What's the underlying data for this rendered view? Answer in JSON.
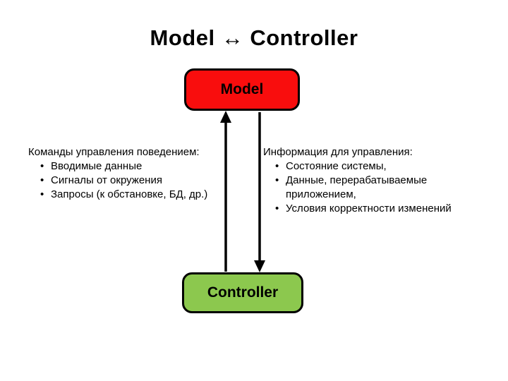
{
  "title": "Model ↔ Controller",
  "diagram": {
    "model_box": {
      "label": "Model",
      "fill": "#f90d0d"
    },
    "controller_box": {
      "label": "Controller",
      "fill": "#8cc84e"
    },
    "arrows": [
      {
        "name": "controller-to-model-arrow",
        "direction": "up"
      },
      {
        "name": "model-to-controller-arrow",
        "direction": "down"
      }
    ]
  },
  "left_block": {
    "heading": "Команды управления поведением:",
    "bullets": [
      "Вводимые данные",
      "Сигналы от окружения",
      "Запросы (к обстановке, БД, др.)"
    ]
  },
  "right_block": {
    "heading": "Информация для управления:",
    "bullets": [
      "Состояние системы,",
      "Данные, перерабатываемые приложением,",
      "Условия корректности изменений"
    ]
  },
  "colors": {
    "model_fill": "#f90d0d",
    "controller_fill": "#8cc84e",
    "border": "#000000",
    "background": "#ffffff",
    "text": "#000000"
  }
}
